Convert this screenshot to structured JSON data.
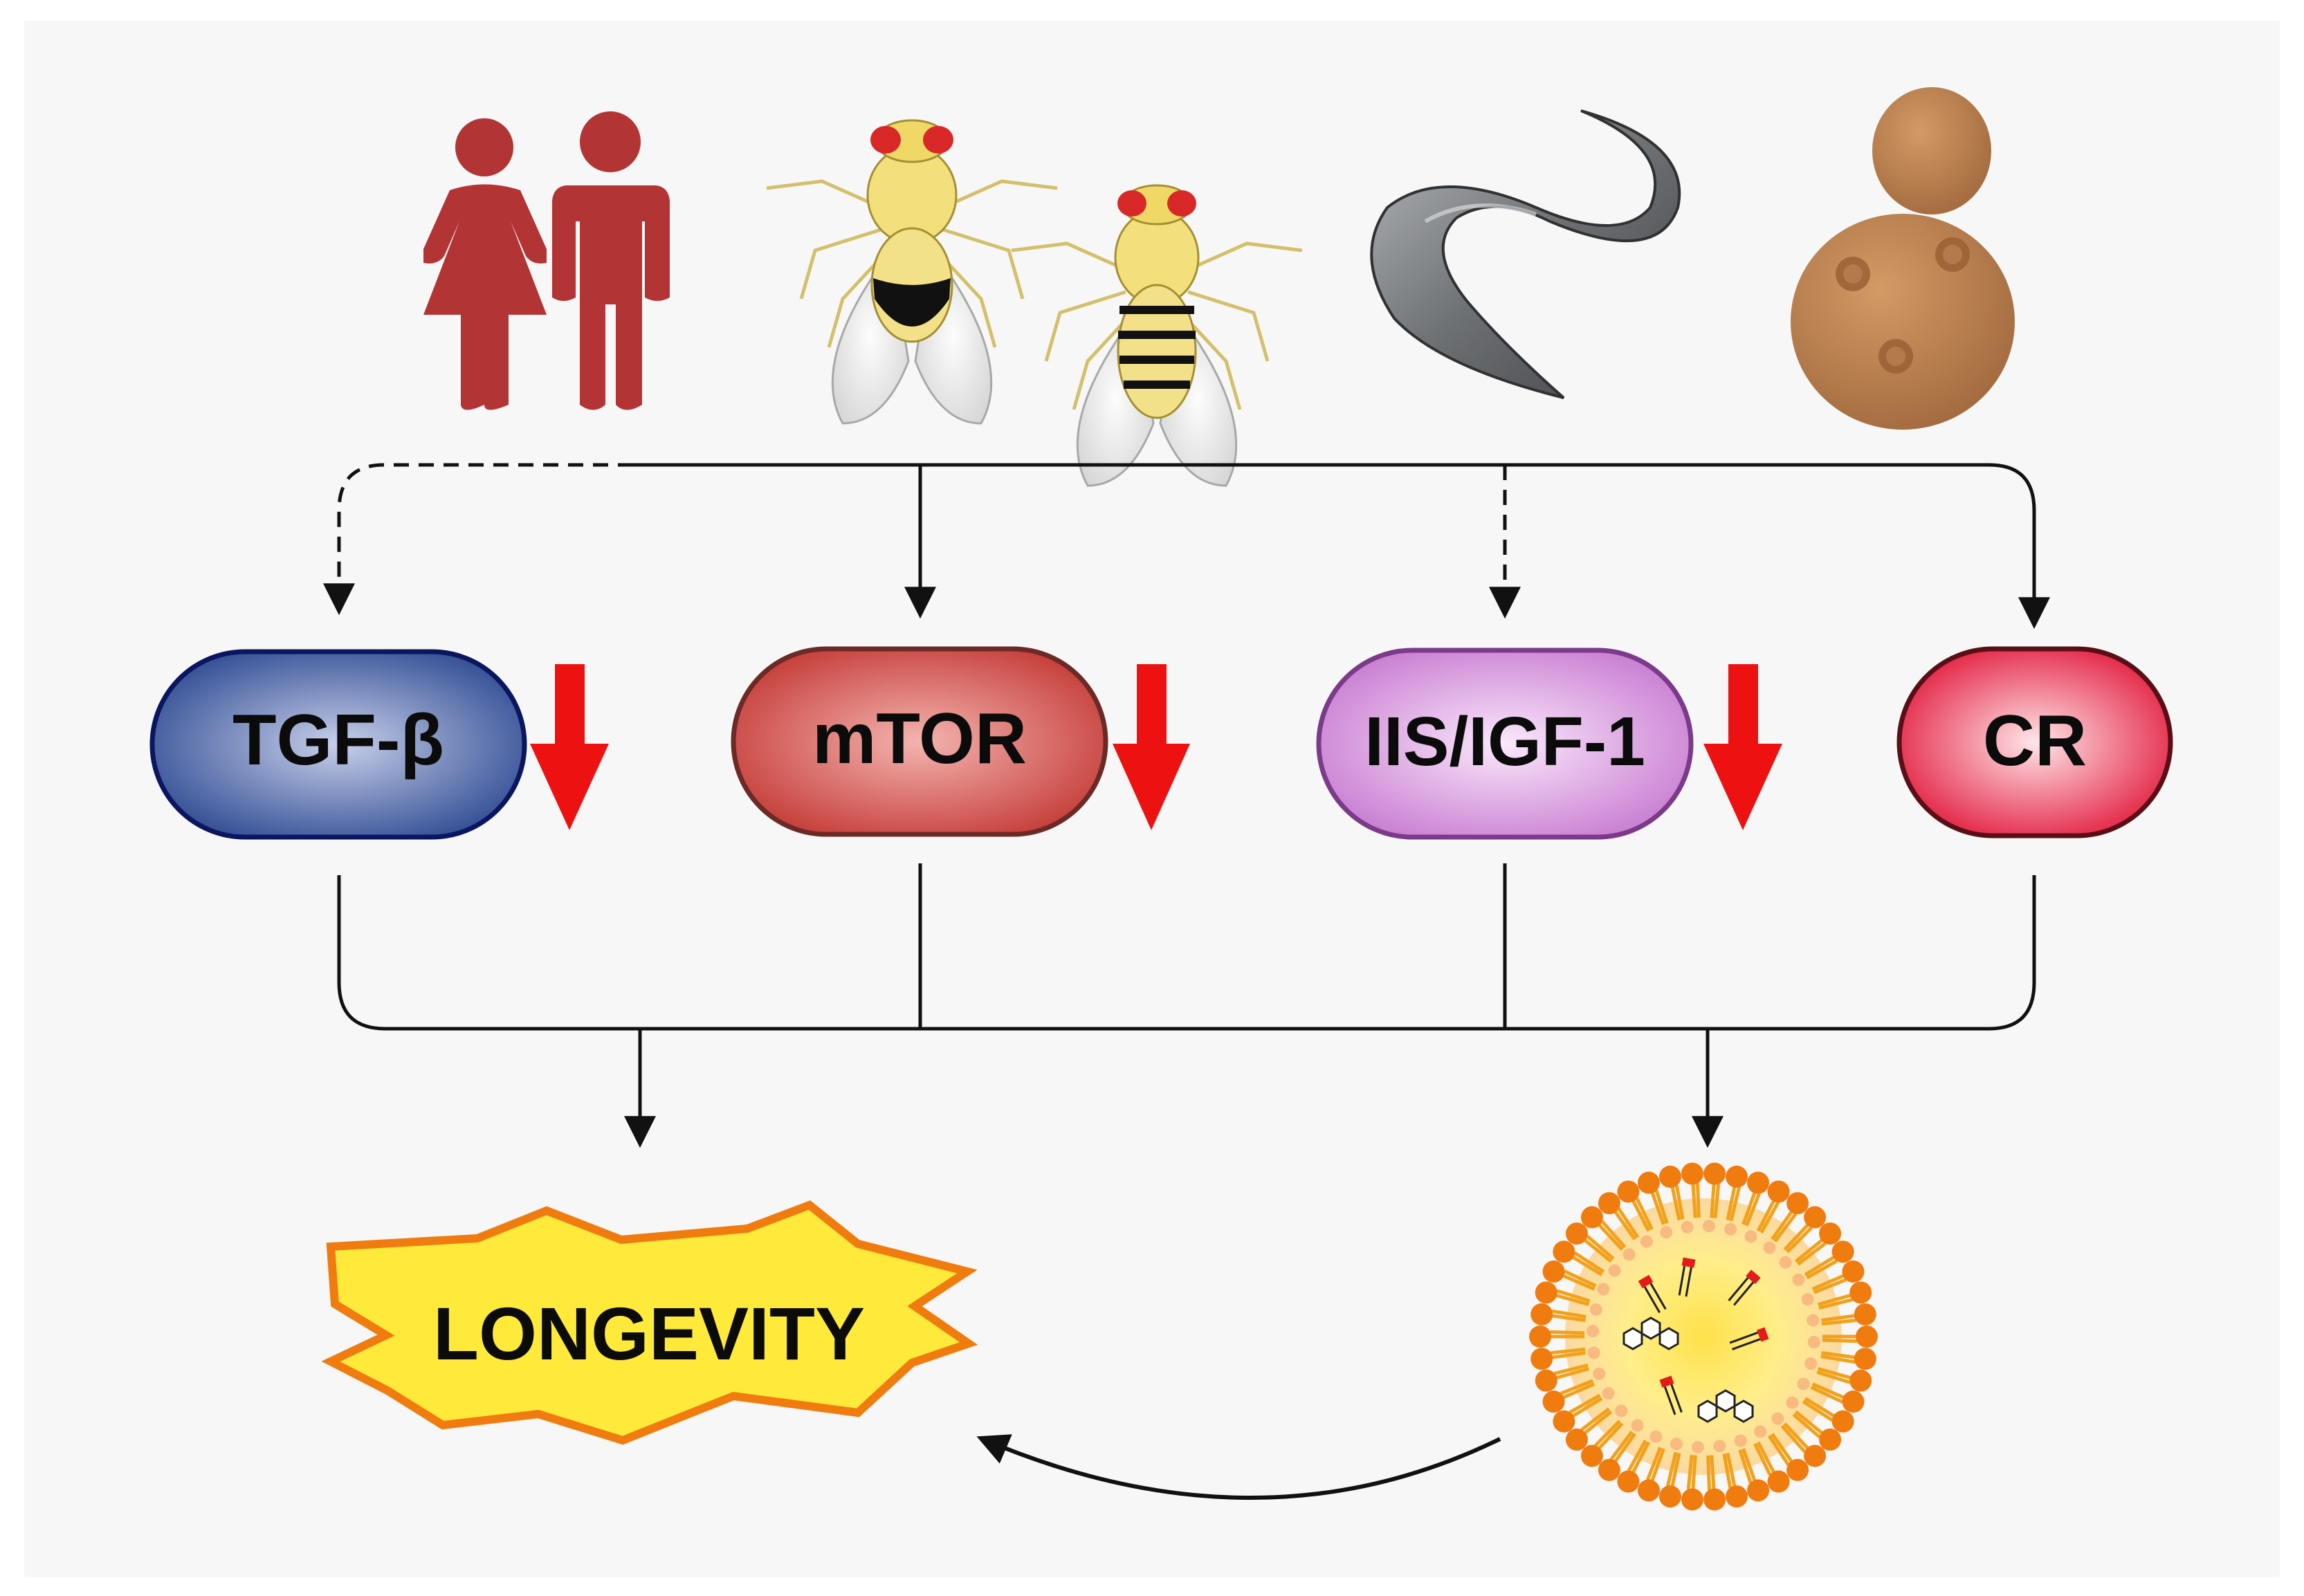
{
  "nodes": {
    "tgf": {
      "label": "TGF-β",
      "fill_light": "#c8d0ea",
      "fill_dark": "#2e4a92",
      "stroke": "#0a1660"
    },
    "mtor": {
      "label": "mTOR",
      "fill_light": "#f4b4b0",
      "fill_dark": "#c43a36",
      "stroke": "#6b2a26"
    },
    "iis": {
      "label": "IIS/IGF-1",
      "fill_light": "#fae8fb",
      "fill_dark": "#c77ad0",
      "stroke": "#7b3a8a"
    },
    "cr": {
      "label": "CR",
      "fill_light": "#ffe6ea",
      "fill_dark": "#e11638",
      "stroke": "#5a0f16"
    }
  },
  "outcome": {
    "label": "LONGEVITY",
    "fill": "#ffe93b",
    "stroke": "#f07c10"
  },
  "organisms": [
    "humans-icon",
    "fruit-flies-icon",
    "worm-icon",
    "yeast-icon"
  ],
  "colors": {
    "background": "#f7f7f7",
    "down_arrow": "#ee1111",
    "human": "#b33434",
    "yeast": "#b77a4c",
    "vesicle_shell": "#f07c10",
    "vesicle_core": "#ffe96a"
  }
}
